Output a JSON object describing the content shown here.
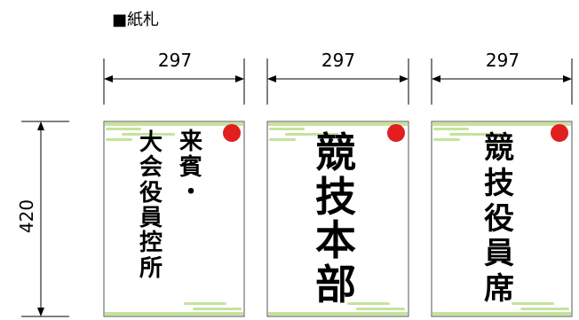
{
  "section_title": "■紙札",
  "dimensions": {
    "width_labels": [
      "297",
      "297",
      "297"
    ],
    "height_label": "420"
  },
  "colors": {
    "border": "#555555",
    "stripe": "#c5e39c",
    "dot": "#e11f1f"
  },
  "cards": [
    {
      "name": "guest-card",
      "columns": [
        {
          "chars": [
            "来",
            "賓",
            "・"
          ]
        },
        {
          "chars": [
            "大",
            "会",
            "役",
            "員",
            "控",
            "所"
          ]
        }
      ]
    },
    {
      "name": "headquarters-card",
      "columns": [
        {
          "chars": [
            "競",
            "技",
            "本",
            "部"
          ]
        }
      ]
    },
    {
      "name": "officials-card",
      "columns": [
        {
          "chars": [
            "競",
            "技",
            "役",
            "員",
            "席"
          ]
        }
      ]
    }
  ]
}
